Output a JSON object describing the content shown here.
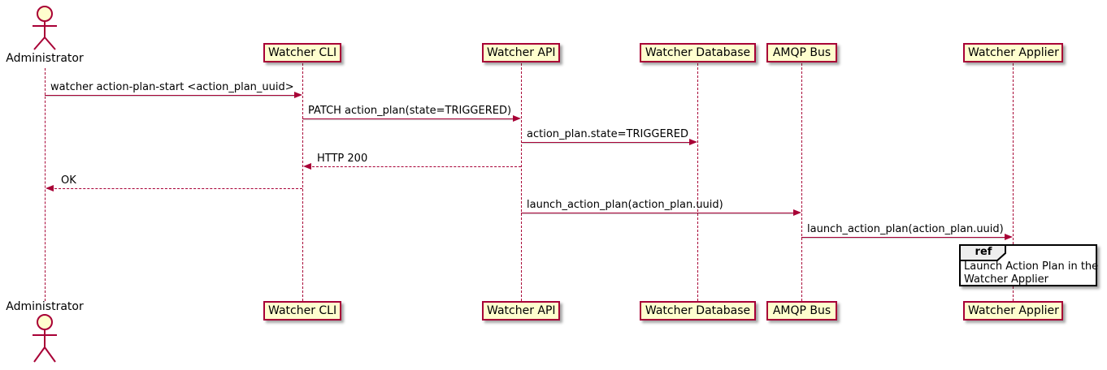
{
  "diagram": {
    "type": "uml-sequence",
    "colors": {
      "line": "#A80036",
      "participant_fill": "#FEFECE",
      "participant_border": "#A80036",
      "text": "#000000",
      "ref_border": "#000000",
      "ref_header_fill": "#EEEEEE"
    },
    "actor": {
      "name": "Administrator"
    },
    "participants": [
      {
        "label": "Watcher CLI"
      },
      {
        "label": "Watcher API"
      },
      {
        "label": "Watcher Database"
      },
      {
        "label": "AMQP Bus"
      },
      {
        "label": "Watcher Applier"
      }
    ],
    "messages": [
      {
        "from": "Administrator",
        "to": "Watcher CLI",
        "style": "solid",
        "text": "watcher action-plan-start <action_plan_uuid>"
      },
      {
        "from": "Watcher CLI",
        "to": "Watcher API",
        "style": "solid",
        "text": "PATCH action_plan(state=TRIGGERED)"
      },
      {
        "from": "Watcher API",
        "to": "Watcher Database",
        "style": "solid",
        "text": "action_plan.state=TRIGGERED"
      },
      {
        "from": "Watcher API",
        "to": "Watcher CLI",
        "style": "dashed",
        "text": "HTTP 200"
      },
      {
        "from": "Watcher CLI",
        "to": "Administrator",
        "style": "dashed",
        "text": "OK"
      },
      {
        "from": "Watcher API",
        "to": "AMQP Bus",
        "style": "solid",
        "text": "launch_action_plan(action_plan.uuid)"
      },
      {
        "from": "AMQP Bus",
        "to": "Watcher Applier",
        "style": "solid",
        "text": "launch_action_plan(action_plan.uuid)"
      }
    ],
    "ref": {
      "keyword": "ref",
      "over": "Watcher Applier",
      "lines": {
        "line1": "Launch Action Plan in the",
        "line2": "Watcher Applier"
      }
    }
  }
}
